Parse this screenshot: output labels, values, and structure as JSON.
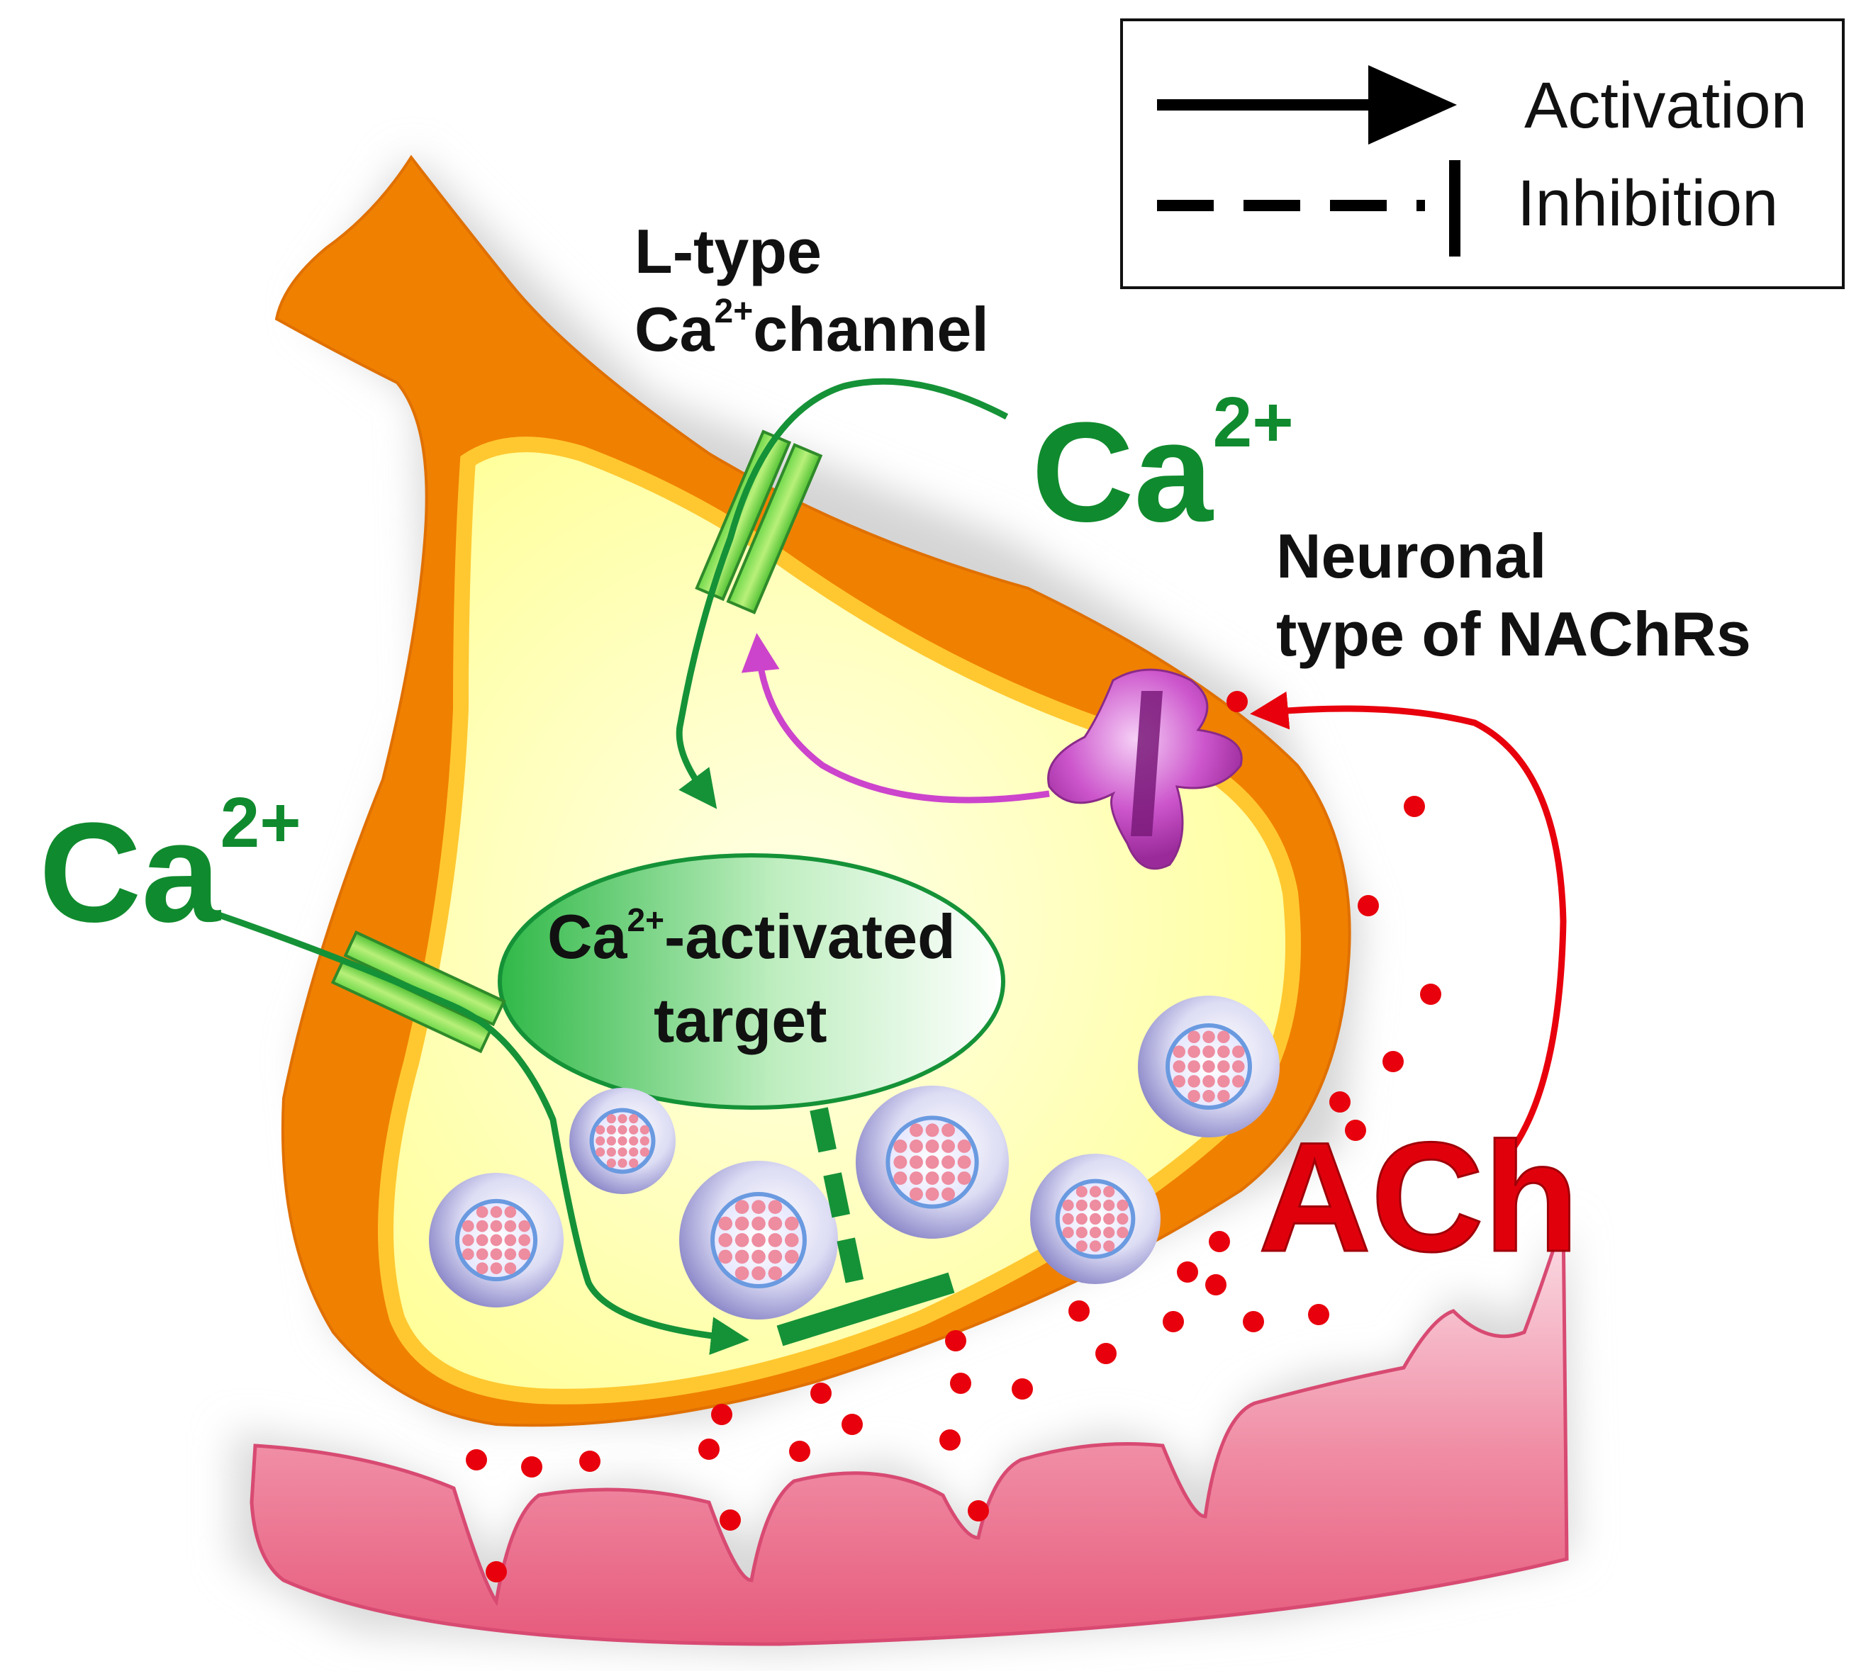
{
  "legend": {
    "activation_label": "Activation",
    "inhibition_label": "Inhibition"
  },
  "labels": {
    "l_type_line1": "L-type",
    "l_type_line2_prefix": "Ca",
    "l_type_line2_sup": "2+",
    "l_type_line2_suffix": "channel",
    "ca_top_base": "Ca",
    "ca_top_sup": "2+",
    "ca_left_base": "Ca",
    "ca_left_sup": "2+",
    "nachr_line1": "Neuronal",
    "nachr_line2": "type of NAChRs",
    "target_line1_prefix": "Ca",
    "target_line1_sup": "2+",
    "target_line1_suffix": "-activated",
    "target_line2": "target",
    "ach": "ACh"
  },
  "colors": {
    "terminal_outer": "#f08000",
    "terminal_inner": "#ffffb0",
    "terminal_rim": "#ffc830",
    "activation_green": "#159237",
    "nachr_purple": "#cc44cc",
    "ach_red": "#e8000c",
    "postsynaptic": "#e8607e"
  }
}
